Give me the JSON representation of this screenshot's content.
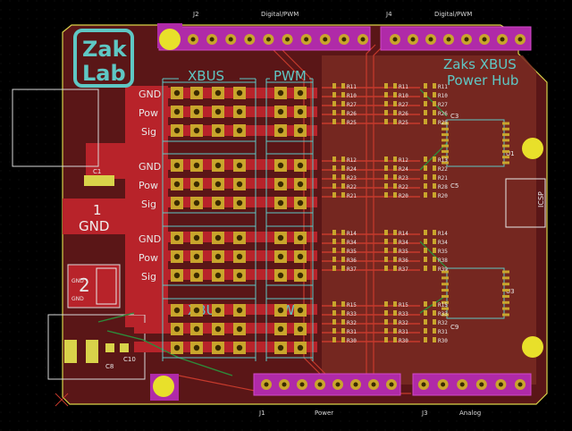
{
  "board": {
    "title_line1": "Zaks XBUS",
    "title_line2": "Power Hub",
    "logo_line1": "Zak",
    "logo_line2": "Lab",
    "header_xbus": "XBUS",
    "header_pwm": "PWM",
    "icsp_label": "ICSP"
  },
  "connectors": {
    "j2": {
      "ref": "J2",
      "name": "Digital/PWM"
    },
    "j4": {
      "ref": "J4",
      "name": "Digital/PWM"
    },
    "j1": {
      "ref": "J1",
      "name": "Power"
    },
    "j3": {
      "ref": "J3",
      "name": "Analog"
    }
  },
  "row_labels": {
    "gnd": "GND",
    "pow": "Pow",
    "sig": "Sig"
  },
  "power_terminal": {
    "number": "1",
    "label": "GND"
  },
  "chips": {
    "u1": "U1",
    "u3": "U3"
  },
  "caps": {
    "c1": "C1",
    "c3": "C3",
    "c5": "C5",
    "c9": "C9",
    "c8": "C8",
    "c10": "C10"
  },
  "resistors_col1": [
    "R11",
    "R10",
    "R27",
    "R26",
    "R25",
    "R12",
    "R24",
    "R23",
    "R22",
    "R21",
    "R14",
    "R34",
    "R35",
    "R36",
    "R37",
    "R15",
    "R33",
    "R32",
    "R31",
    "R30"
  ],
  "resistors_col2": [
    "R11",
    "R10",
    "R27",
    "R26",
    "R25",
    "R12",
    "R24",
    "R23",
    "R22",
    "R20",
    "R14",
    "R34",
    "R35",
    "R36",
    "R37",
    "R15",
    "R33",
    "R32",
    "R31",
    "R30"
  ],
  "resistors_col3": [
    "R11",
    "R10",
    "R27",
    "R26",
    "R25",
    "R13",
    "R22",
    "R21",
    "R28",
    "R20",
    "R14",
    "R34",
    "R35",
    "R38",
    "R39",
    "R15",
    "R33",
    "R32",
    "R31",
    "R30"
  ],
  "regulator": {
    "label": "2",
    "top": "GND",
    "side": "GND"
  },
  "colors": {
    "background": "#000000",
    "board_fill": "#6e1a1a",
    "board_edge": "#d9d34a",
    "copper_front": "#b8232a",
    "copper_back": "#2e8a3a",
    "silk": "#5fc7c4",
    "pad": "#c9a52c",
    "pad_hole": "#3a2a00",
    "connector_body": "#b02aa8",
    "mount_hole": "#e8e02a"
  }
}
